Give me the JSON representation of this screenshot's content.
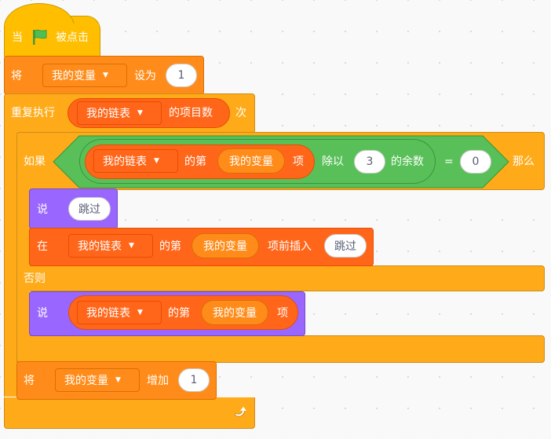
{
  "colors": {
    "events": "#ffbf00",
    "control": "#ffab19",
    "variables": "#ff8c1a",
    "lists": "#ff661a",
    "looks": "#9966ff",
    "operators": "#59c059",
    "flag": "#4cbf56"
  },
  "hat": {
    "when": "当",
    "clicked": "被点击",
    "icon": "green-flag-icon"
  },
  "set_block": {
    "set": "将",
    "var": "我的变量",
    "to": "设为",
    "value": "1"
  },
  "repeat_block": {
    "label": "重复执行",
    "list": "我的链表",
    "length_of": "的项目数",
    "times": "次",
    "loop_icon": "loop-arrow-icon"
  },
  "if_block": {
    "if": "如果",
    "then": "那么",
    "else": "否则",
    "condition": {
      "list": "我的链表",
      "item_of": "的第",
      "index_var": "我的变量",
      "item": "项",
      "mod": "除以",
      "divisor": "3",
      "remainder": "的余数",
      "equals": "=",
      "compare": "0"
    }
  },
  "say_skip": {
    "say": "说",
    "text": "跳过"
  },
  "insert_block": {
    "at": "在",
    "list": "我的链表",
    "item_of": "的第",
    "index_var": "我的变量",
    "insert_before": "项前插入",
    "text": "跳过"
  },
  "say_item": {
    "say": "说",
    "list": "我的链表",
    "item_of": "的第",
    "index_var": "我的变量",
    "item": "项"
  },
  "change_block": {
    "set": "将",
    "var": "我的变量",
    "change": "增加",
    "value": "1"
  }
}
